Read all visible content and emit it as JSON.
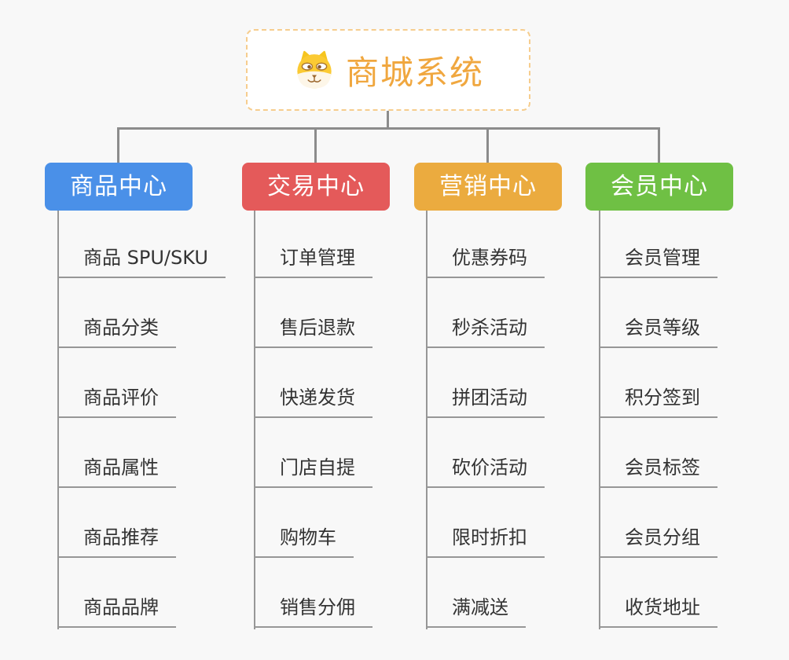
{
  "page": {
    "background_color": "#f8f8f8",
    "connector_color": "#8c8c8c",
    "underline_color": "#979797",
    "sub_topic_text_color": "#333333"
  },
  "root": {
    "label": "商城系统",
    "icon": "dog-face-icon",
    "text_color": "#f0a73f",
    "border_color": "#f6cd8e"
  },
  "branches": [
    {
      "label": "商品中心",
      "color": "#4a90e8",
      "children": [
        "商品 SPU/SKU",
        "商品分类",
        "商品评价",
        "商品属性",
        "商品推荐",
        "商品品牌"
      ]
    },
    {
      "label": "交易中心",
      "color": "#e45a5a",
      "children": [
        "订单管理",
        "售后退款",
        "快递发货",
        "门店自提",
        "购物车",
        "销售分佣"
      ]
    },
    {
      "label": "营销中心",
      "color": "#ebab3f",
      "children": [
        "优惠券码",
        "秒杀活动",
        "拼团活动",
        "砍价活动",
        "限时折扣",
        "满减送"
      ]
    },
    {
      "label": "会员中心",
      "color": "#6fc044",
      "children": [
        "会员管理",
        "会员等级",
        "积分签到",
        "会员标签",
        "会员分组",
        "收货地址"
      ]
    }
  ]
}
